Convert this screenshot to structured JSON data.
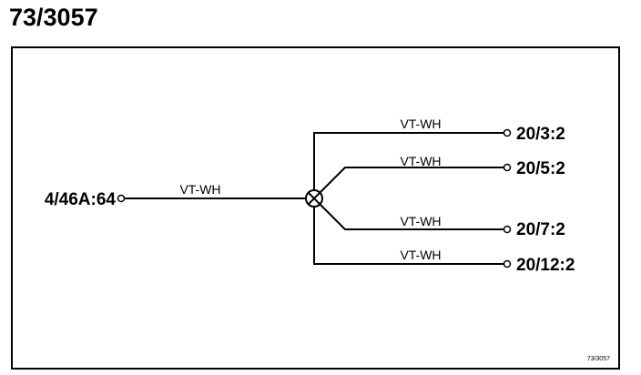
{
  "page": {
    "title": "73/3057"
  },
  "diagram": {
    "source_connector": "4/46A:64",
    "source_wire_color": "VT-WH",
    "splice": "splice-icon",
    "branches": [
      {
        "wire_color": "VT-WH",
        "connector": "20/3:2"
      },
      {
        "wire_color": "VT-WH",
        "connector": "20/5:2"
      },
      {
        "wire_color": "VT-WH",
        "connector": "20/7:2"
      },
      {
        "wire_color": "VT-WH",
        "connector": "20/12:2"
      }
    ],
    "reference_code": "73/3057"
  }
}
